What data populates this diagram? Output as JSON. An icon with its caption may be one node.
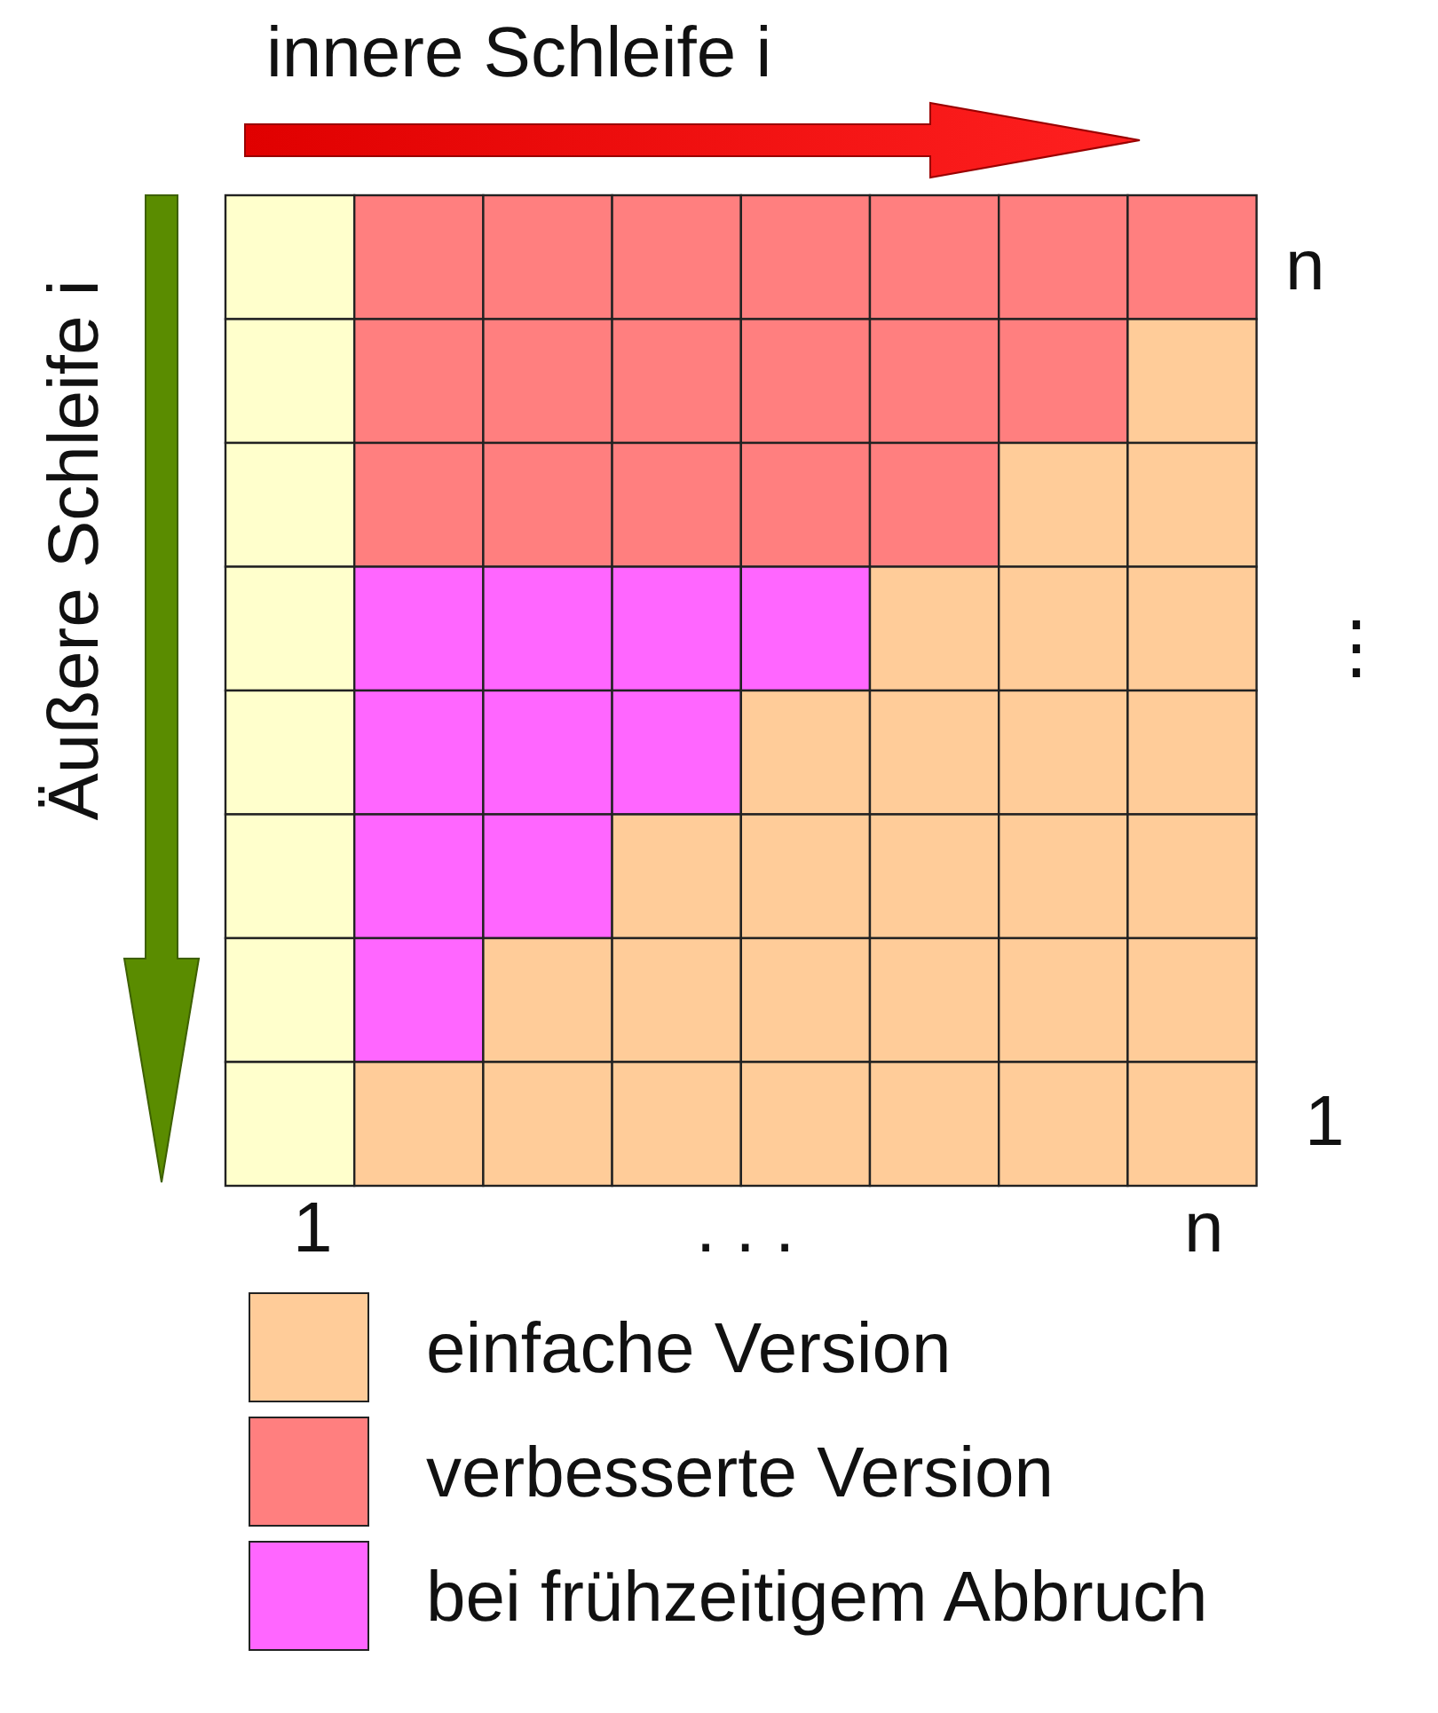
{
  "diagram": {
    "labels": [
      "innere Schleife i",
      "Äußere Schleife i",
      "n",
      "⋮",
      "1",
      "1",
      ". . .",
      "n"
    ],
    "legend": [
      {
        "text": "einfache Version",
        "color": "#ffcc99"
      },
      {
        "text": "verbesserte Version",
        "color": "#ff7f7f"
      },
      {
        "text": "bei frühzeitigem Abbruch",
        "color": "#ff66ff"
      }
    ]
  }
}
